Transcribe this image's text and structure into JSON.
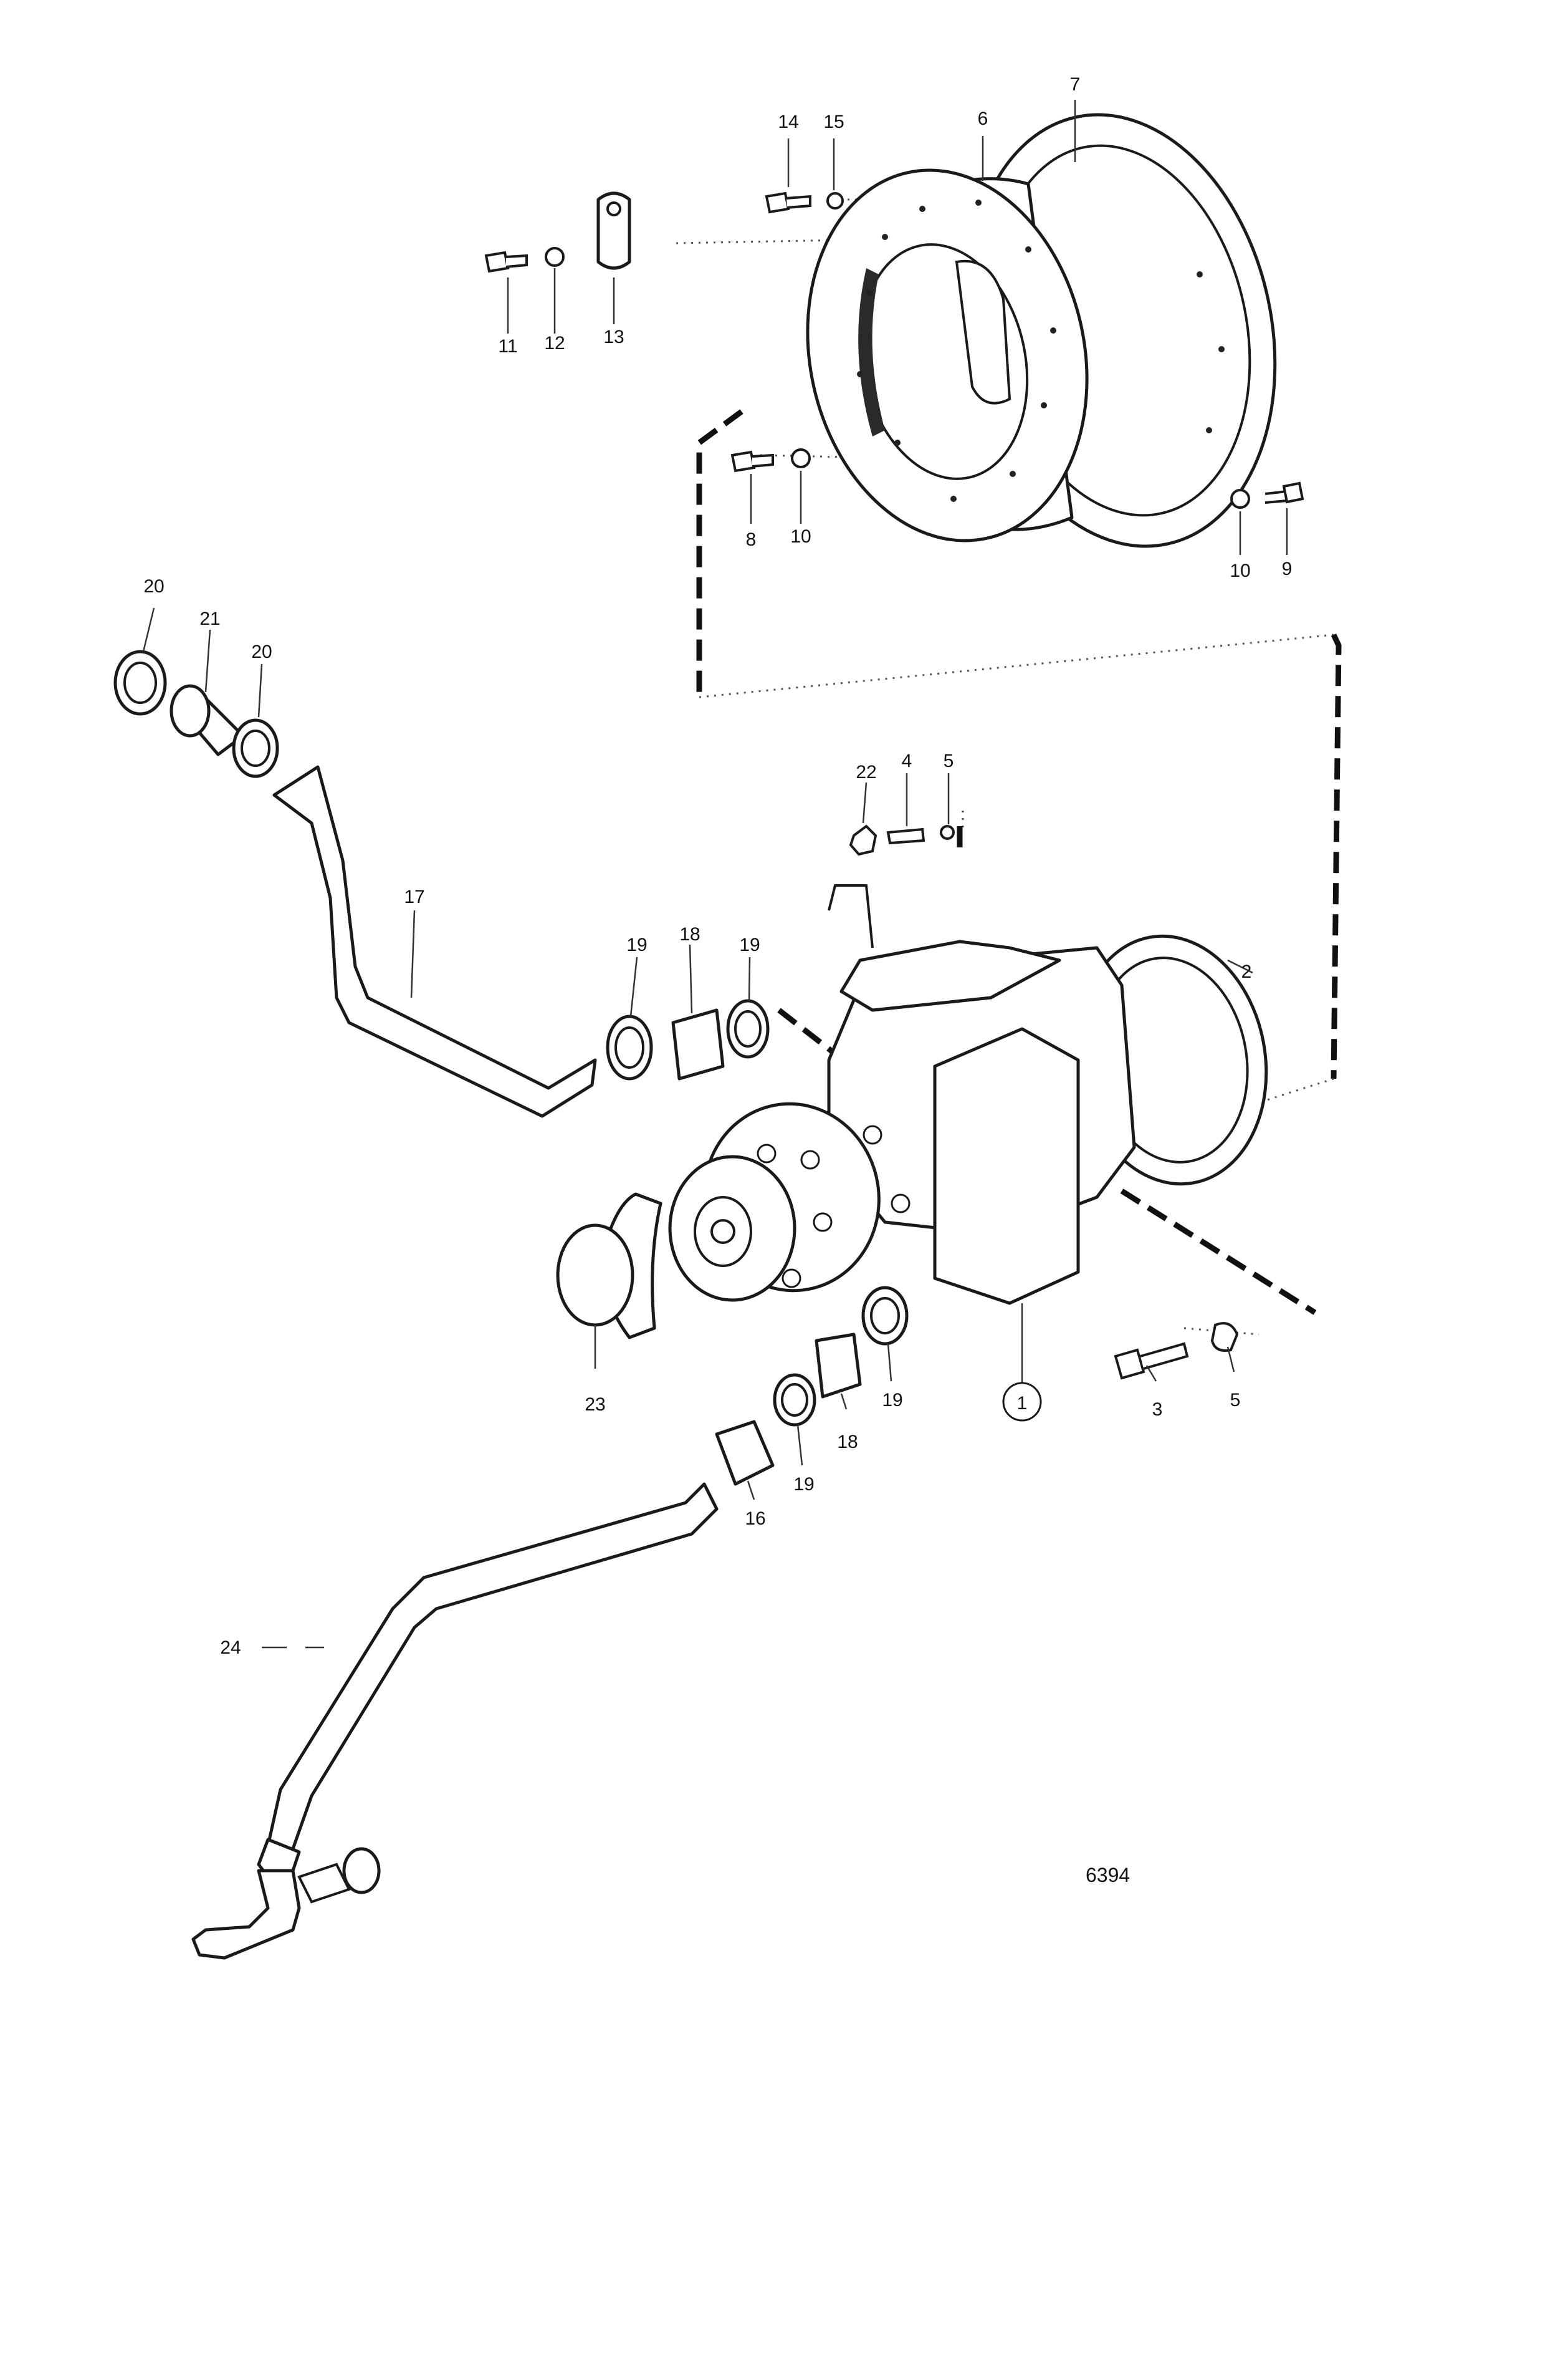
{
  "figure_number": "6394",
  "parts": [
    {
      "id": "p14",
      "label": "14"
    },
    {
      "id": "p15",
      "label": "15"
    },
    {
      "id": "p6",
      "label": "6"
    },
    {
      "id": "p7",
      "label": "7"
    },
    {
      "id": "p11",
      "label": "11"
    },
    {
      "id": "p12",
      "label": "12"
    },
    {
      "id": "p13",
      "label": "13"
    },
    {
      "id": "p8",
      "label": "8"
    },
    {
      "id": "p10a",
      "label": "10"
    },
    {
      "id": "p10b",
      "label": "10"
    },
    {
      "id": "p9",
      "label": "9"
    },
    {
      "id": "p20a",
      "label": "20"
    },
    {
      "id": "p21",
      "label": "21"
    },
    {
      "id": "p20b",
      "label": "20"
    },
    {
      "id": "p22",
      "label": "22"
    },
    {
      "id": "p4",
      "label": "4"
    },
    {
      "id": "p5a",
      "label": "5"
    },
    {
      "id": "p17",
      "label": "17"
    },
    {
      "id": "p19a",
      "label": "19"
    },
    {
      "id": "p18a",
      "label": "18"
    },
    {
      "id": "p19b",
      "label": "19"
    },
    {
      "id": "p2",
      "label": "2"
    },
    {
      "id": "p23",
      "label": "23"
    },
    {
      "id": "p1",
      "label": "1"
    },
    {
      "id": "p3",
      "label": "3"
    },
    {
      "id": "p5b",
      "label": "5"
    },
    {
      "id": "p19c",
      "label": "19"
    },
    {
      "id": "p18b",
      "label": "18"
    },
    {
      "id": "p19d",
      "label": "19"
    },
    {
      "id": "p16",
      "label": "16"
    },
    {
      "id": "p24",
      "label": "24"
    }
  ]
}
